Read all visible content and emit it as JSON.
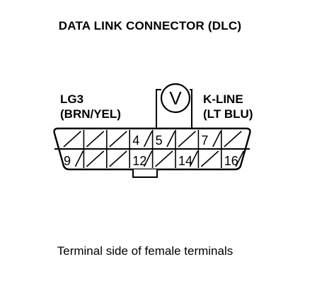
{
  "title": "DATA LINK CONNECTOR (DLC)",
  "left_label": {
    "line1": "LG3",
    "line2": "(BRN/YEL)"
  },
  "right_label": {
    "line1": "K-LINE",
    "line2": "(LT BLU)"
  },
  "meter_symbol": "V",
  "pins": {
    "top": [
      "",
      "",
      "",
      "4",
      "5",
      "",
      "7",
      ""
    ],
    "bottom": [
      "9",
      "",
      "",
      "12",
      "",
      "14",
      "",
      "16"
    ]
  },
  "caption": "Terminal side of female terminals"
}
